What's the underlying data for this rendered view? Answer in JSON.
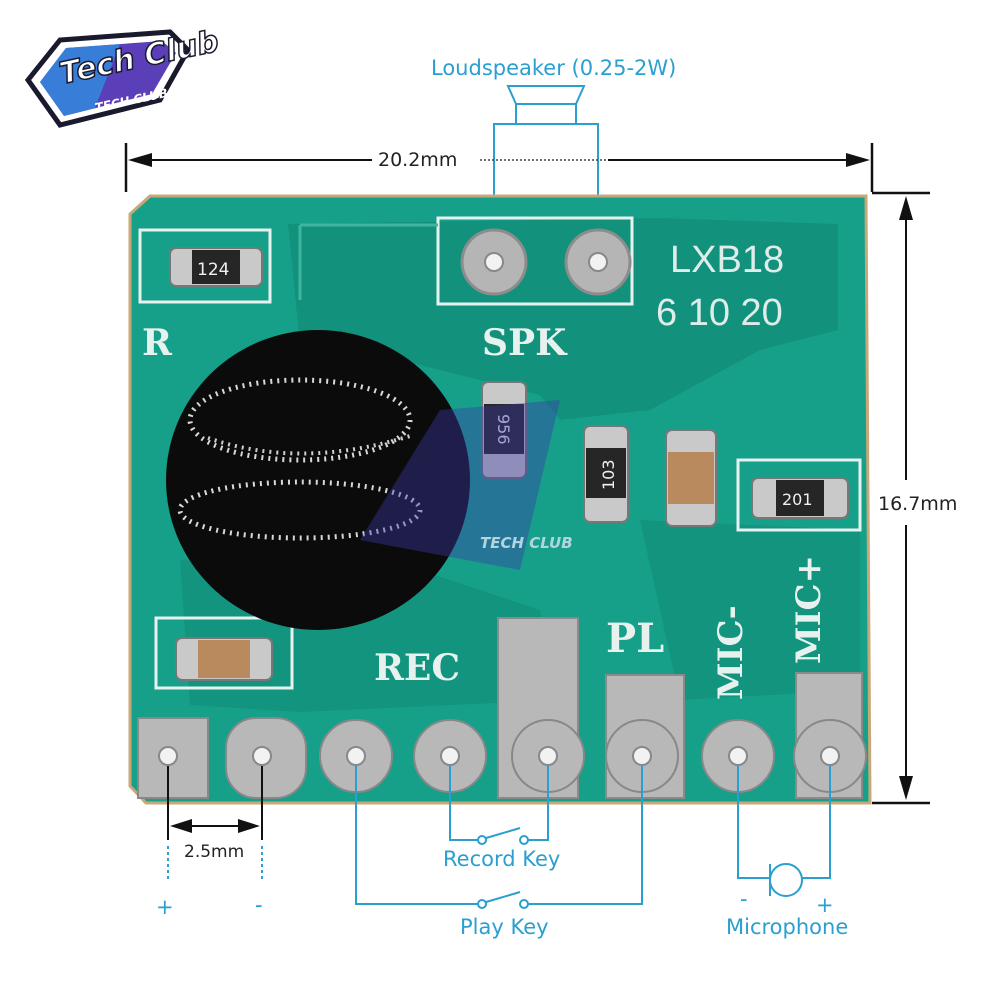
{
  "brand": {
    "logo_main": "Tech Club",
    "logo_sub": "TECH CLUB",
    "watermark_sub": "TECH CLUB"
  },
  "labels": {
    "loudspeaker": "Loudspeaker (0.25-2W)",
    "record_key": "Record Key",
    "play_key": "Play Key",
    "microphone": "Microphone",
    "mic_minus": "-",
    "mic_plus": "+",
    "power_plus": "+",
    "power_minus": "-"
  },
  "dimensions": {
    "width": "20.2mm",
    "height": "16.7mm",
    "pitch": "2.5mm"
  },
  "board": {
    "model": "LXB18",
    "variants": "6 10 20",
    "spk": "SPK",
    "r": "R",
    "rec": "REC",
    "pl": "PL",
    "mic_minus": "MIC-",
    "mic_plus": "MIC+",
    "resistor_124": "124",
    "resistor_956": "956",
    "resistor_103": "103",
    "resistor_201": "201"
  },
  "colors": {
    "pcb": "#16a08a",
    "label": "#2a9fd0",
    "pad": "#bdbdbd",
    "epoxy": "#0c0c0c"
  }
}
